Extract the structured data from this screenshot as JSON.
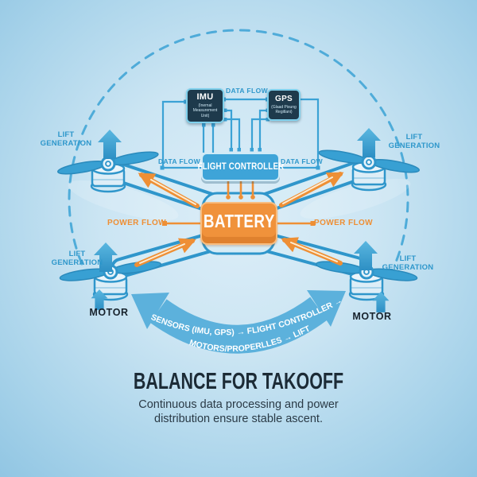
{
  "sensors": {
    "imu": {
      "title": "IMU",
      "subtitle": "(Inernal Measurement Unit)"
    },
    "gps": {
      "title": "GPS",
      "subtitle": "(Glaad Pisung Regitlani)"
    }
  },
  "flight_controller": {
    "label": "FLIGHT CONTROLLER"
  },
  "battery": {
    "label": "BATTERY"
  },
  "flows": {
    "data_flow_top": "DATA FLOW",
    "data_flow_left": "DATA FLOW",
    "data_flow_right": "DATA FLOW",
    "power_flow_left": "POWER FLOW",
    "power_flow_right": "POWER FLOW"
  },
  "corners": {
    "lift_generation_top_left": "LIFT GENERATION",
    "lift_generation_top_right": "LIFT GENERATION",
    "lift_generation_bottom_left": "LIFT GENERATION",
    "lift_generation_bottom_right": "LIFT GENERATION",
    "motor_left": "MOTOR",
    "motor_right": "MOTOR"
  },
  "banner": {
    "line1": "SENSORS (IMU, GPS) → FLIGHT CONTROLLER →",
    "line2": "MOTORS/PROPERLLES → LIFT"
  },
  "footer": {
    "title": "BALANCE FOR TAKOOFF",
    "subtitle_line1": "Continuous data processing and power",
    "subtitle_line2": "distribution ensure stable ascent."
  },
  "colors": {
    "background_center": "#ddeef8",
    "background_edge": "#8ec4e2",
    "drone_blue": "#2f96cb",
    "light_fill": "#d6ecf6",
    "accent_blue": "#3ba2d5",
    "banner_blue": "#5cb1dc",
    "sensor_box_dark": "#1e3a4c",
    "sensor_box_border": "#7fd0ec",
    "controller_blue": "#3ea4d8",
    "battery_orange": "#f0923b",
    "flow_orange": "#ee8f35",
    "title_dark": "#1c2b36"
  }
}
